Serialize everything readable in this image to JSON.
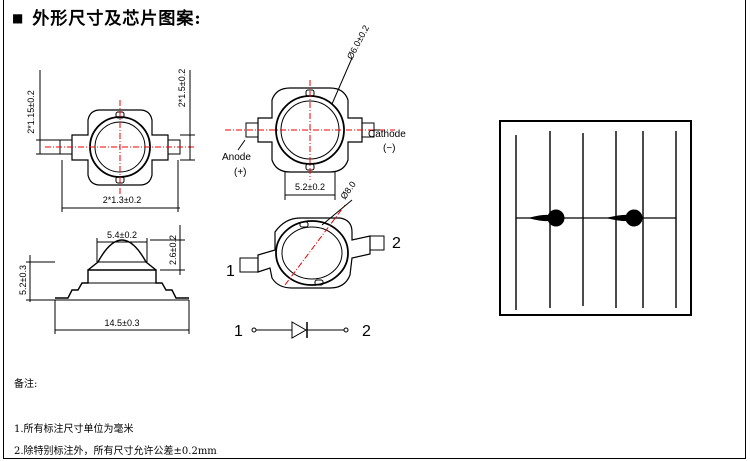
{
  "title": "外形尺寸及芯片图案:",
  "bullet": "■",
  "top_view": {
    "dim_vertical_left": "2*1.15±0.2",
    "dim_vertical_right": "2*1.5±0.2",
    "dim_horizontal": "2*1.3±0.2"
  },
  "polarity_view": {
    "diameter": "Ø6.0±0.2",
    "cathode_label": "Cathode",
    "cathode_sign": "(−)",
    "anode_label": "Anode",
    "anode_sign": "(+)",
    "width": "5.2±0.2"
  },
  "side_view": {
    "lens_width": "5.4±0.2",
    "height_right": "2.6±0.2",
    "height_left": "5.2±0.3",
    "total_width": "14.5±0.3"
  },
  "iso_view": {
    "diameter": "Ø8.0",
    "pin_left": "1",
    "pin_right": "2"
  },
  "diode_symbol": {
    "pin_left": "1",
    "pin_right": "2"
  },
  "notes": {
    "heading": "备注:",
    "items": [
      "1.所有标注尺寸单位为毫米",
      "2.除特别标注外，所有尺寸允许公差±0.2mm"
    ]
  }
}
